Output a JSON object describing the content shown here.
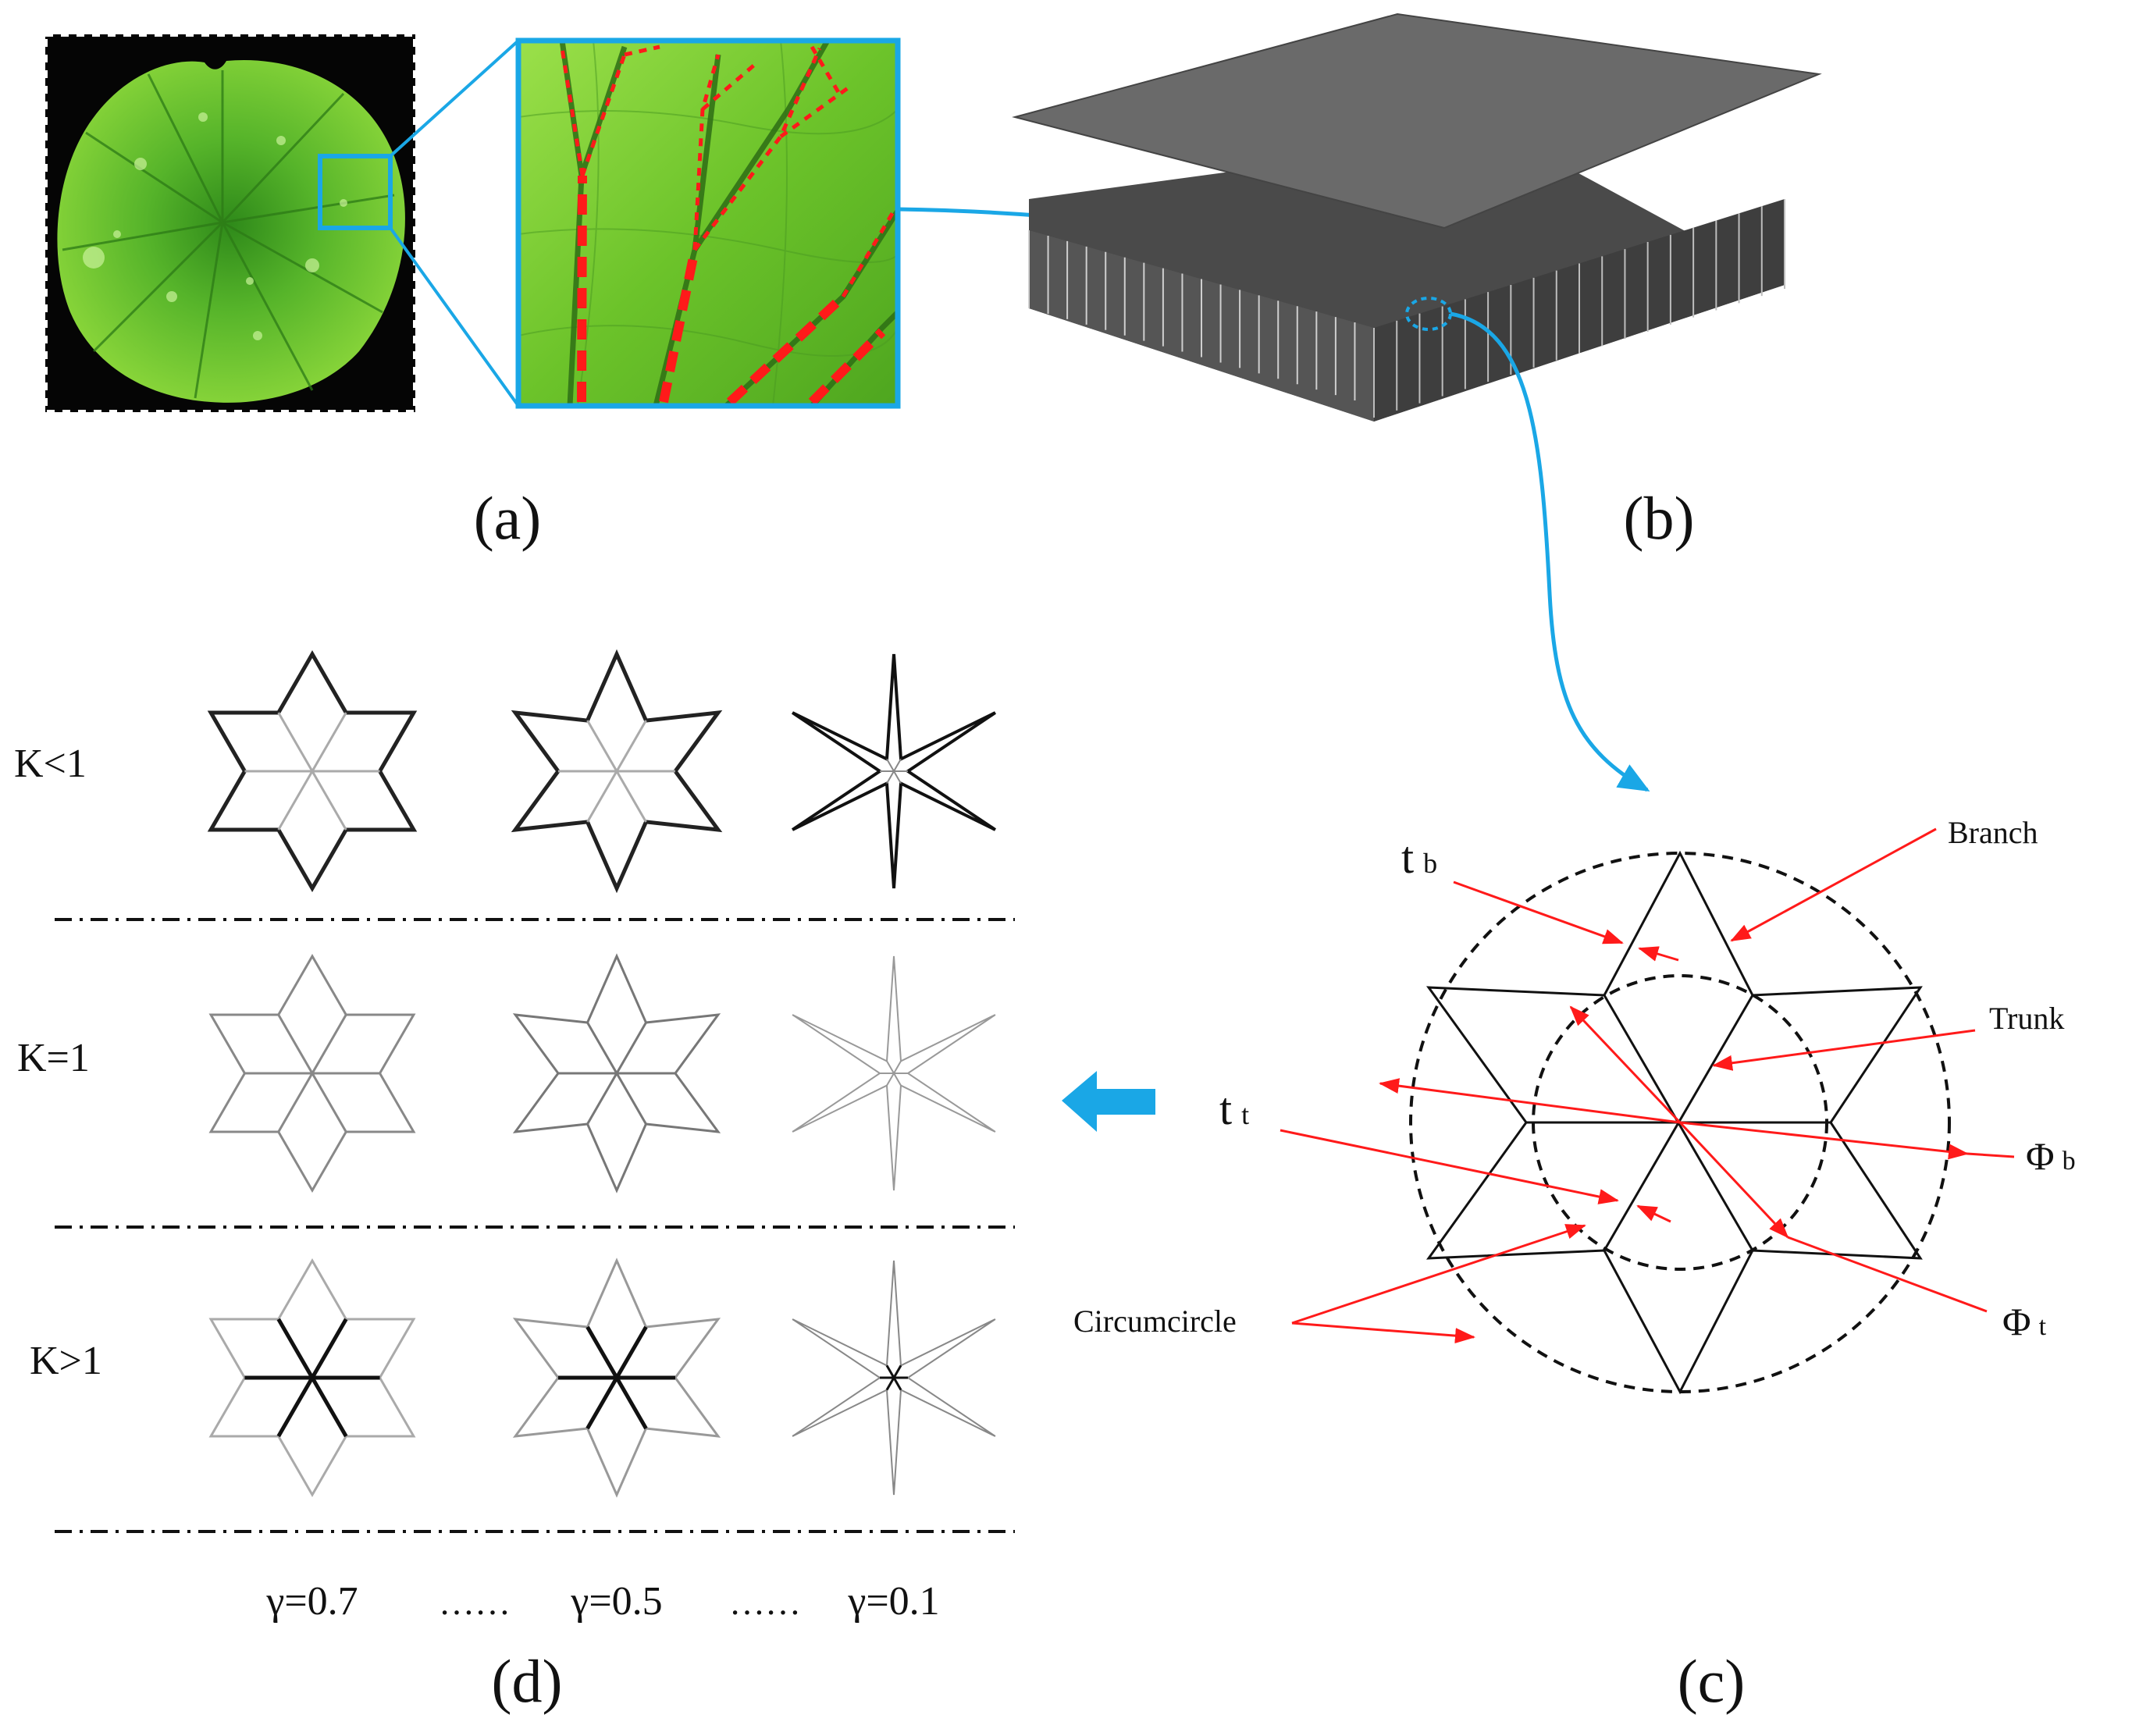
{
  "panels": {
    "a": "(a)",
    "b": "(b)",
    "c": "(c)",
    "d": "(d)"
  },
  "annotations": {
    "branch": "Branch",
    "trunk": "Trunk",
    "circumcircle": "Circumcircle",
    "t_b_main": "t",
    "t_b_sub": "b",
    "t_t_main": "t",
    "t_t_sub": "t",
    "phi_b_main": "Φ",
    "phi_b_sub": "b",
    "phi_t_main": "Φ",
    "phi_t_sub": "t"
  },
  "rows": [
    "K<1",
    "K=1",
    "K>1"
  ],
  "gamma": [
    "γ=0.7",
    "γ=0.5",
    "γ=0.1"
  ],
  "dots": "……",
  "colors": {
    "leaf": "#6cc32a",
    "leaf_dark": "#3d8a1a",
    "frame": "#1aa7e6",
    "vein_marker": "#ff1a1a",
    "plate": "#5f5f5f",
    "arrow": "#ff1a1a"
  }
}
